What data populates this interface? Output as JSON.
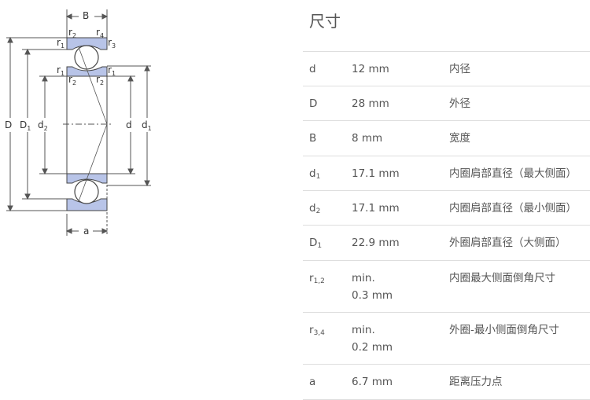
{
  "panel": {
    "title": "尺寸"
  },
  "drawing": {
    "labels": {
      "B": "B",
      "a": "a",
      "D": "D",
      "D1": "D",
      "d2": "d",
      "d": "d",
      "d1": "d",
      "sub1": "1",
      "sub2": "2",
      "sub3": "3",
      "sub4": "4",
      "r": "r"
    },
    "colors": {
      "line": "#444444",
      "bearing_fill": "#b8c4e8",
      "dim": "#555555"
    }
  },
  "dimensions": [
    {
      "sym": "d",
      "sub": "",
      "value": "12 mm",
      "value2": "",
      "desc": "内径"
    },
    {
      "sym": "D",
      "sub": "",
      "value": "28 mm",
      "value2": "",
      "desc": "外径"
    },
    {
      "sym": "B",
      "sub": "",
      "value": "8 mm",
      "value2": "",
      "desc": "宽度"
    },
    {
      "sym": "d",
      "sub": "1",
      "value": "17.1 mm",
      "value2": "",
      "desc": "内圈肩部直径（最大侧面）"
    },
    {
      "sym": "d",
      "sub": "2",
      "value": "17.1 mm",
      "value2": "",
      "desc": "内圈肩部直径（最小侧面）"
    },
    {
      "sym": "D",
      "sub": "1",
      "value": "22.9 mm",
      "value2": "",
      "desc": "外圈肩部直径（大侧面）"
    },
    {
      "sym": "r",
      "sub": "1,2",
      "value": "min.",
      "value2": "0.3 mm",
      "desc": "内圈最大侧面倒角尺寸"
    },
    {
      "sym": "r",
      "sub": "3,4",
      "value": "min.",
      "value2": "0.2 mm",
      "desc": "外圈-最小侧面倒角尺寸"
    },
    {
      "sym": "a",
      "sub": "",
      "value": "6.7 mm",
      "value2": "",
      "desc": "距离压力点"
    }
  ]
}
